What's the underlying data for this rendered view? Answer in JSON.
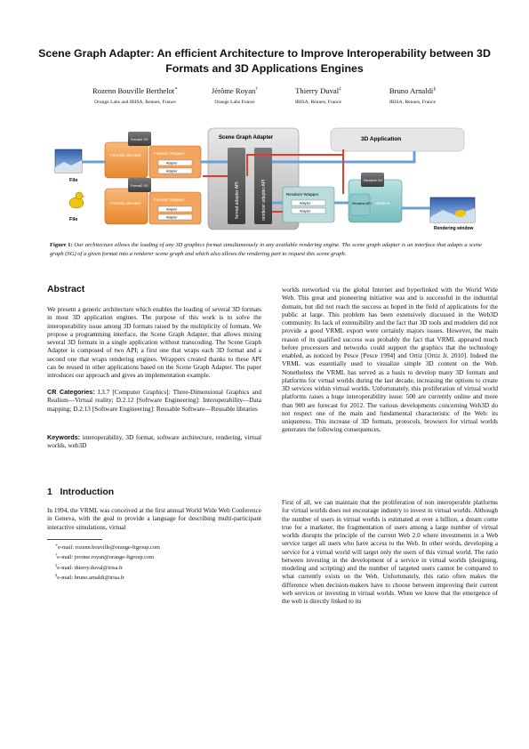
{
  "title": "Scene Graph Adapter: An efficient Architecture to Improve Interoperability between 3D Formats and 3D Applications Engines",
  "authors": [
    {
      "name": "Rozenn Bouville Berthelot",
      "mark": "∗",
      "affiliation": "Orange Labs and IRISA, Rennes, France"
    },
    {
      "name": "Jérôme Royan",
      "mark": "†",
      "affiliation": "Orange Labs France"
    },
    {
      "name": "Thierry Duval",
      "mark": "‡",
      "affiliation": "IRISA, Rennes, France"
    },
    {
      "name": "Bruno Arnaldi",
      "mark": "§",
      "affiliation": "IRISA, Rennes, France"
    }
  ],
  "figure": {
    "file1": "File",
    "file2": "File",
    "format1_decoder": "Format1 decoder",
    "format1_wrapper": "Format1 Wrapper",
    "format2_decoder": "Format2 decoder",
    "format2_wrapper": "Format2 Wrapper",
    "format1_sg": "Format1 SG",
    "format2_sg": "Format2 SG",
    "adapter": "Adapter",
    "scene_graph_adapter": "Scene Graph Adapter",
    "format_adapter_api": "format adapter API",
    "renderer_adapter_api": "renderer adapter API",
    "renderer_wrapper": "Renderer Wrapper",
    "application_3d": "3D Application",
    "renderer_sg": "Renderer SG",
    "renderer_api": "Renderer API",
    "renderer": "renderer",
    "rendering_window": "Rendering window"
  },
  "caption": {
    "label": "Figure 1:",
    "text": "Our architecture allows the loading of any 3D graphics format simultaneously in any available rendering engine. The scene graph adapter is an interface that adapts a scene graph (SG) of a given format into a renderer scene graph and which also allows the rendering part to request this scene graph."
  },
  "abstract": {
    "heading": "Abstract",
    "text": "We present a generic architecture which enables the loading of several 3D formats in most 3D application engines. The purpose of this work is to solve the interoperability issue among 3D formats raised by the multiplicity of formats. We propose a programming interface, the Scene Graph Adapter, that allows mixing several 3D formats in a single application without transcoding. The Scene Graph Adapter is composed of two API; a first one that wraps each 3D format and a second one that wraps rendering engines. Wrappers created thanks to these API can be reused in other applications based on the Scene Graph Adapter. The paper introduces our approach and gives an implementation example."
  },
  "cr_categories": {
    "label": "CR Categories:",
    "text": "I.3.7 [Computer Graphics]: Three-Dimensional Graphics and Realism—Virtual reality; D.2.12 [Software Engineering]: Interoperability—Data mapping; D.2.13 [Software Engineering]: Reusable Software—Reusable libraries"
  },
  "keywords": {
    "label": "Keywords:",
    "text": "interoperability, 3D format, software architecture, rendering, virtual worlds, web3D"
  },
  "introduction": {
    "number": "1",
    "heading": "Introduction",
    "paragraph_left": "In 1994, the VRML was conceived at the first annual World Wide Web Conference in Geneva, with the goal to provide a language for describing multi-participant interactive simulations, virtual",
    "paragraph_right_1": "worlds networked via the global Internet and hyperlinked with the World Wide Web. This great and pioneering initiative was and is successful in the industrial domain, but did not reach the success as hoped in the field of applications for the public at large. This problem has been extensively discussed in the Web3D community. Its lack of extensibility and the fact that 3D tools and modelers did not provide a good VRML export were certainly majors issues. However, the main reason of its qualified success was probably the fact that VRML appeared much before processors and networks could support the graphics that the technology enabled, as noticed by Pesce [Pesce 1994] and Ortiz [Ortiz Jr. 2010]. Indeed the VRML was essentially used to visualize simple 3D content on the Web. Nonetheless the VRML has served as a basis to develop many 3D formats and platforms for virtual worlds during the last decade, increasing the options to create 3D services within virtual worlds. Unfortunately, this proliferation of virtual world platforms raises a huge interoperability issue: 500 are currently online and more than 900 are forecast for 2012. The various developments concerning Web3D do not respect one of the main and fundamental characteristic of the Web: its uniqueness. This increase of 3D formats, protocols, browsers for virtual worlds generates the following consequences.",
    "paragraph_right_2": "First of all, we can maintain that the proliferation of non interoperable platforms for virtual worlds does not encourage industry to invest in virtual worlds. Although the number of users in virtual worlds is estimated at over a billion, a dream come true for a marketer, the fragmentation of users among a large number of virtual worlds disrupts the principle of the current Web 2.0 where investments in a Web service target all users who have access to the Web. In other words, developing a service for a virtual world will target only the users of this virtual world. The ratio between investing in the development of a service in virtual worlds (designing, modeling and scripting) and the number of targeted users cannot be compared to what currently exists on the Web. Unfortunately, this ratio often makes the difference when decision-makers have to choose between improving their current web services or investing in virtual worlds. When we know that the emergence of the web is directly linked to its"
  },
  "footnotes": [
    {
      "mark": "∗",
      "text": "e-mail: rozenn.bouville@orange-ftgroup.com"
    },
    {
      "mark": "†",
      "text": "e-mail: jerome.royan@orange-ftgroup.com"
    },
    {
      "mark": "‡",
      "text": "e-mail: thierry.duval@irisa.fr"
    },
    {
      "mark": "§",
      "text": "e-mail: bruno.arnaldi@irisa.fr"
    }
  ]
}
